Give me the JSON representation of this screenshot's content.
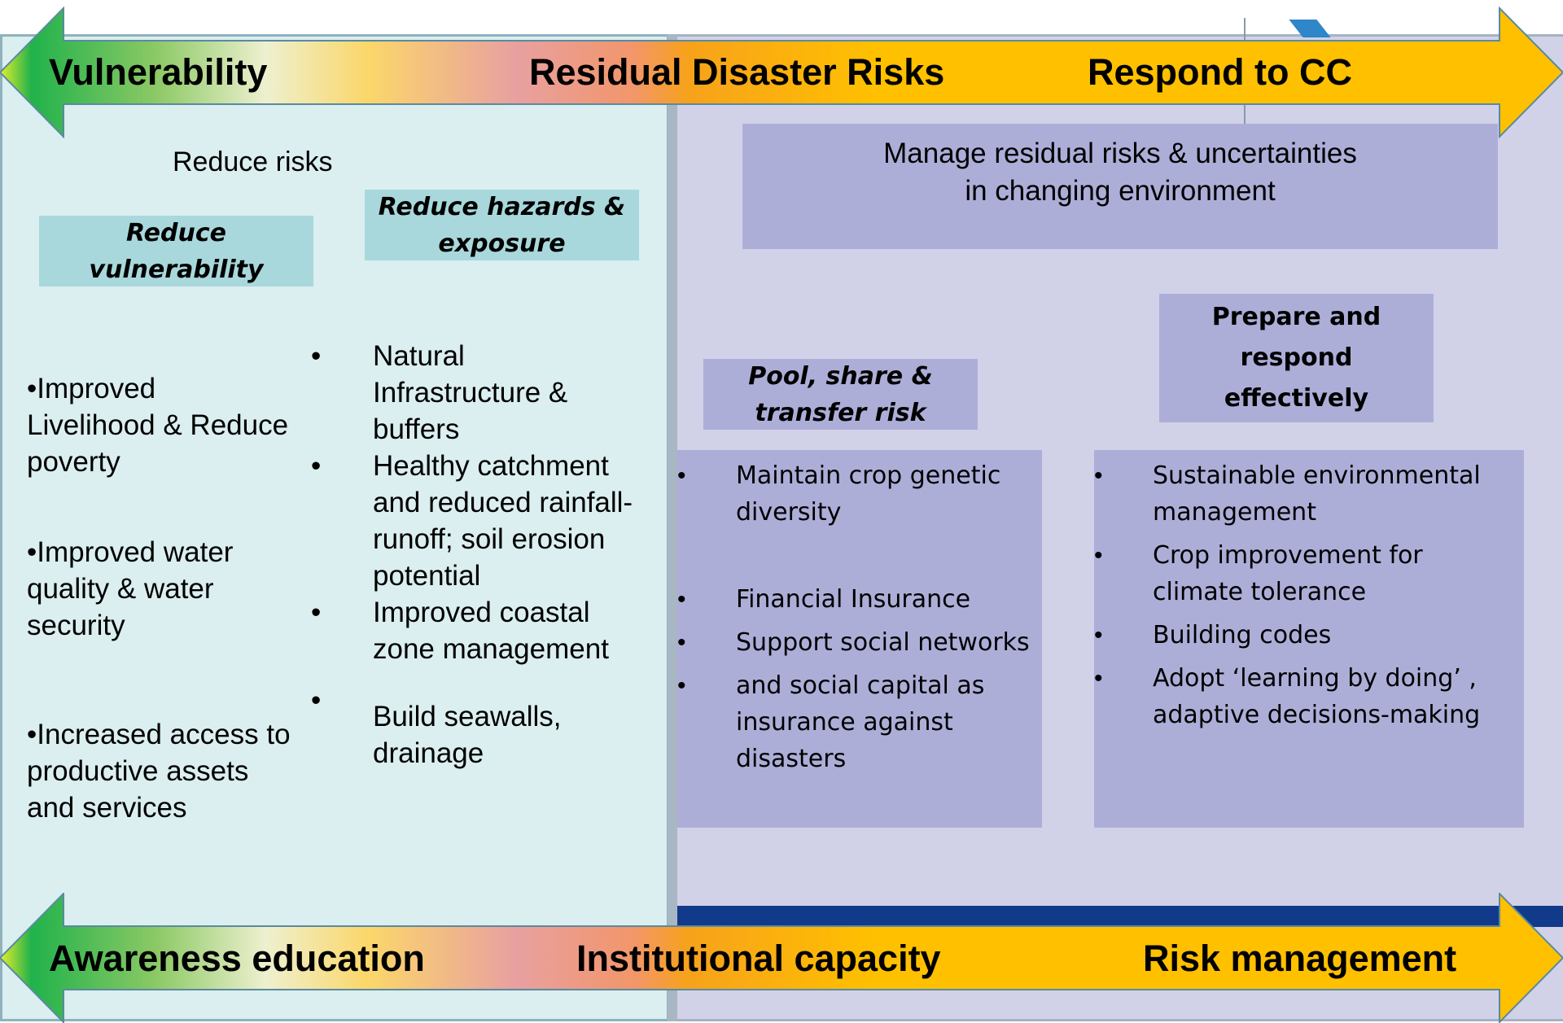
{
  "top_arrow": {
    "left_label": "Vulnerability",
    "center_label": "Residual Disaster Risks",
    "right_label": "Respond to CC"
  },
  "bottom_arrow": {
    "left_label": "Awareness  education",
    "center_label": "Institutional capacity",
    "right_label": "Risk management"
  },
  "left_panel": {
    "reduce_risks_label": "Reduce risks",
    "reduce_vulnerability_box": [
      "Reduce",
      "vulnerability"
    ],
    "reduce_hazards_box": [
      "Reduce  hazards &",
      "exposure"
    ],
    "vulnerability_items": [
      [
        "•Improved",
        "Livelihood & Reduce",
        "poverty"
      ],
      [
        "•Improved water",
        "quality & water",
        "security"
      ],
      [
        "•Increased access to",
        "productive assets",
        "and services"
      ]
    ],
    "hazard_items": [
      [
        "Natural",
        "Infrastructure &",
        "buffers"
      ],
      [
        "Healthy catchment",
        "and reduced rainfall-",
        "runoff; soil erosion",
        "potential"
      ],
      [
        "Improved coastal",
        "zone management"
      ],
      [
        "Build seawalls,",
        "drainage"
      ]
    ]
  },
  "right_panel": {
    "manage_box": [
      "Manage residual risks & uncertainties",
      "in changing environment"
    ],
    "pool_box": [
      "Pool, share &",
      "transfer risk"
    ],
    "prepare_box": [
      "Prepare and",
      "respond",
      "effectively"
    ],
    "pool_items": [
      [
        "Maintain crop genetic",
        "diversity"
      ],
      [
        "Financial Insurance"
      ],
      [
        "Support social networks"
      ],
      [
        "and social capital as",
        "insurance against",
        "disasters"
      ]
    ],
    "prepare_items": [
      [
        "Sustainable environmental",
        "management"
      ],
      [
        "Crop improvement for",
        "climate tolerance"
      ],
      [
        "Building codes"
      ],
      [
        "Adopt ‘learning by doing’ ,",
        "adaptive decisions-making"
      ]
    ]
  },
  "bullet_symbol": "•",
  "colors": {
    "arrow_green": "#21b24b",
    "arrow_pink": "#e8a0a0",
    "arrow_orange": "#f7a21b",
    "arrow_gold": "#ffc000",
    "left_panel_bg": "#dbeef0",
    "right_panel_bg": "#d1d2e8",
    "teal_box": "#a8d8dc",
    "purple_box": "#adaed8",
    "navy_bar": "#123a8a"
  }
}
